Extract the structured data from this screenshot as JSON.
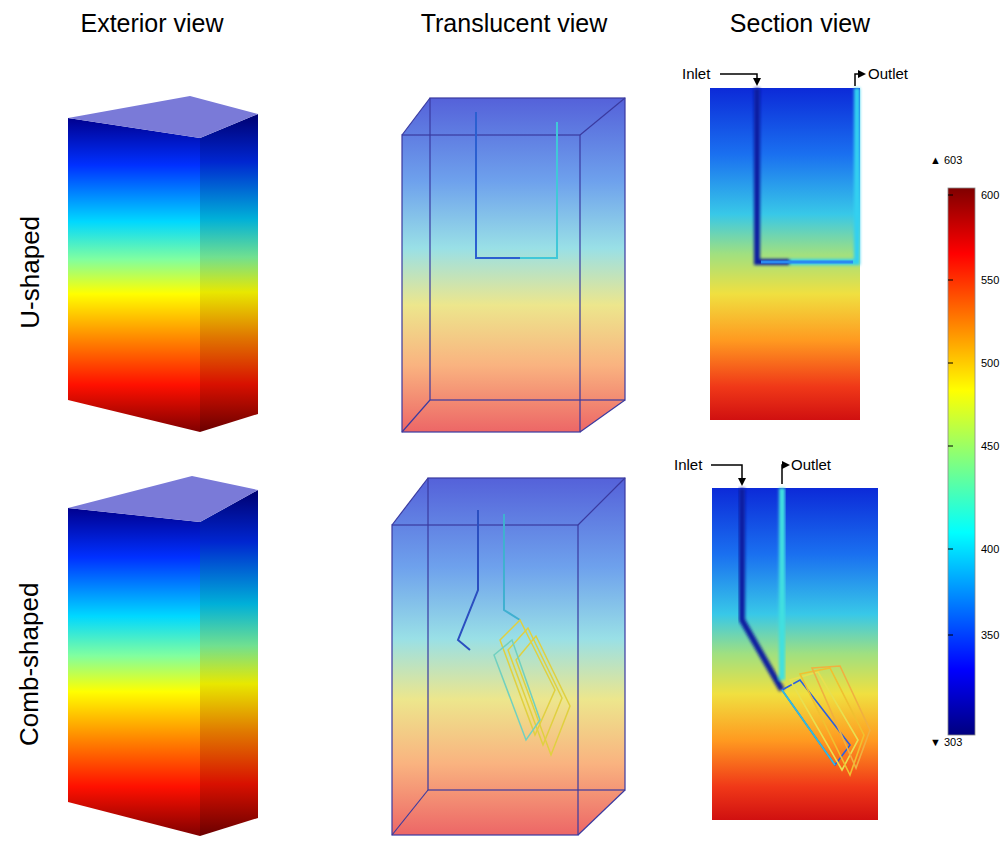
{
  "diagram": {
    "labels": [
      "Exterior view",
      "Translucent view",
      "Section view",
      "U-shaped",
      "Comb-shaped",
      "Inlet",
      "Outlet",
      "Inlet",
      "Outlet",
      "▲ 603",
      "600",
      "550",
      "500",
      "450",
      "400",
      "350",
      "▼ 303"
    ]
  }
}
